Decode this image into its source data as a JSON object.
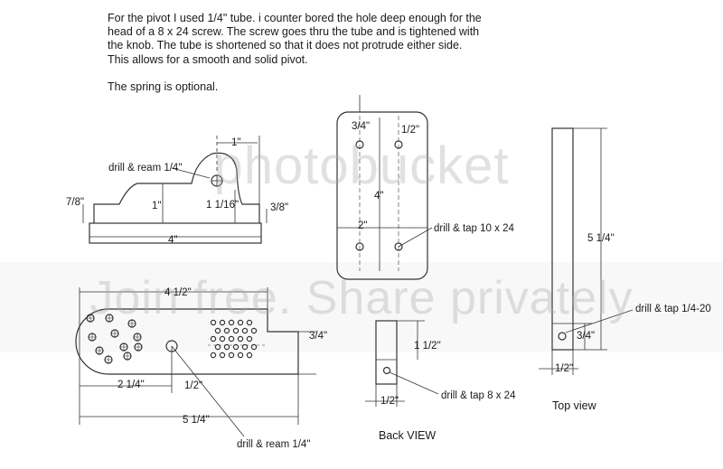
{
  "notes": {
    "line1": "For the pivot I used 1/4\" tube.  i counter bored the hole deep enough for the",
    "line2": "head of a 8 x 24 screw.  The screw goes thru the tube and is tightened with",
    "line3": "the knob.  The tube is shortened so that it does not protrude either side.",
    "line4": "This allows for a smooth and solid pivot.",
    "line5": "The spring is optional."
  },
  "side_view": {
    "dim_top": "1\"",
    "drill_note": "drill & ream 1/4\"",
    "dim_left": "7/8\"",
    "dim_center": "1\"",
    "dim_right_small": "1 1/16\"",
    "dim_right": "3/8\"",
    "dim_bottom": "4\""
  },
  "front_plate": {
    "dim_top_frac": "3/4\"",
    "dim_right_frac": "1/2\"",
    "dim_height": "4\"",
    "dim_width": "2\"",
    "drill_note": "drill & tap 10 x 24"
  },
  "top_plate": {
    "dim_overall": "4 1/2\"",
    "dim_right": "3/4\"",
    "dim_left": "2 1/4\"",
    "dim_small": "1/2\"",
    "dim_total": "5 1/4\"",
    "drill_note": "drill & ream 1/4\""
  },
  "back_view": {
    "dim_height": "1 1/2\"",
    "dim_width": "1/2\"",
    "drill_note": "drill & tap 8 x 24",
    "caption": "Back VIEW"
  },
  "top_view": {
    "dim_height": "5 1/4\"",
    "dim_small": "3/4\"",
    "dim_width": "1/2\"",
    "drill_note": "drill & tap 1/4-20",
    "caption": "Top view"
  },
  "watermark": {
    "line1": "photobucket",
    "line2": "Join free. Share privately"
  }
}
